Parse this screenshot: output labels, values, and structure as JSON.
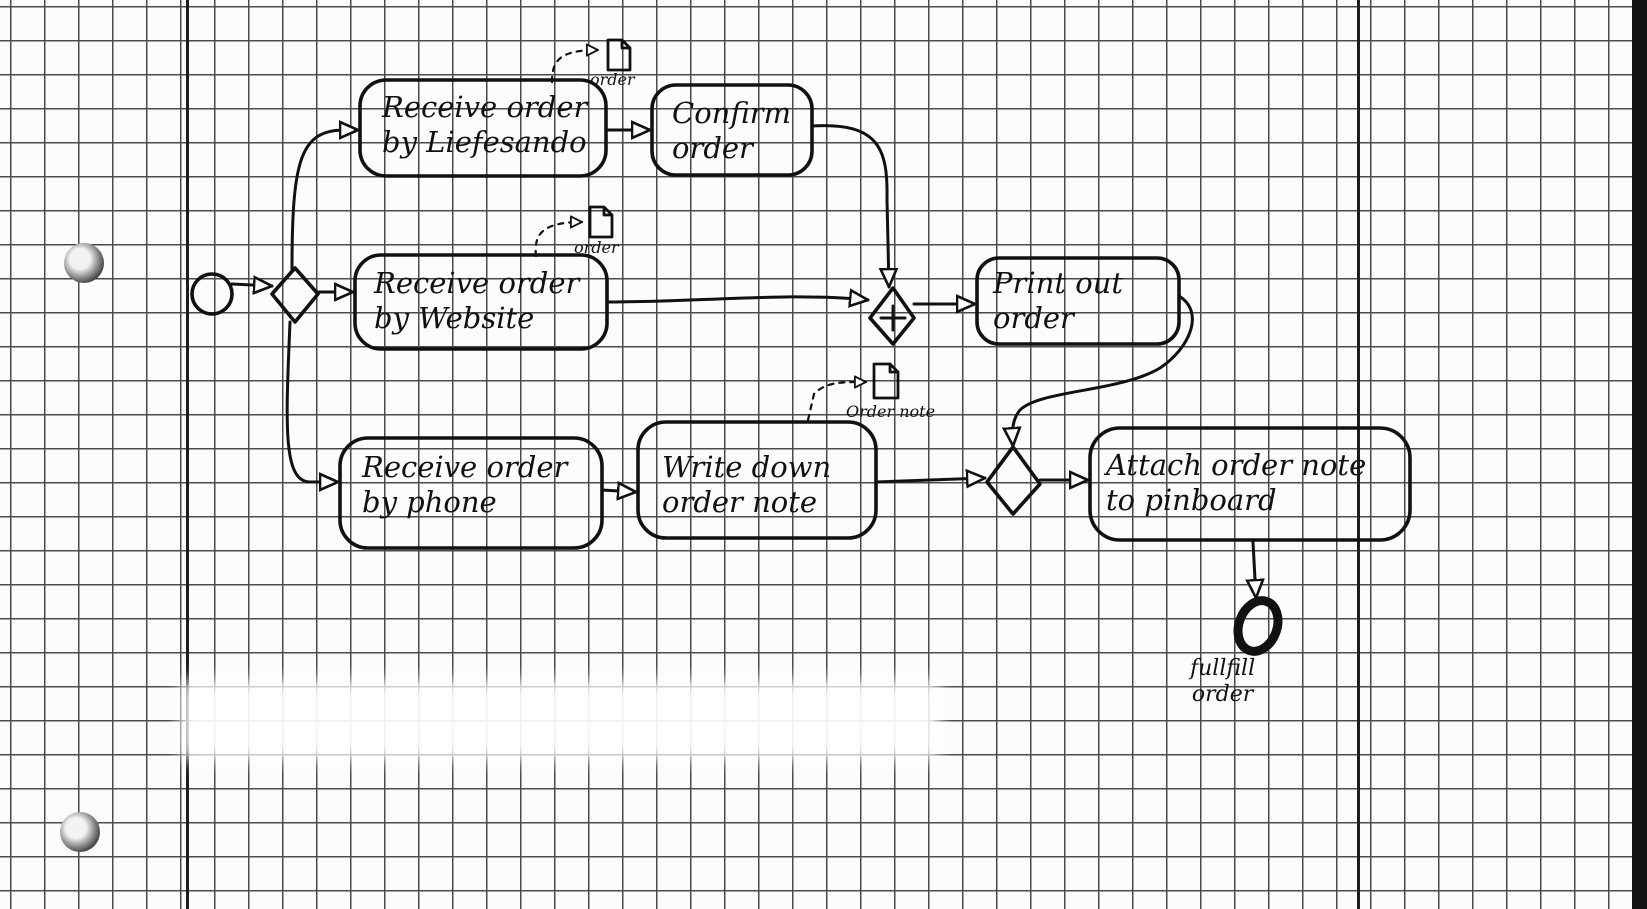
{
  "diagram": {
    "tasks": [
      {
        "id": "receive-liefesando",
        "label": "Receive order\nby Liefesando"
      },
      {
        "id": "confirm",
        "label": "Confirm\norder"
      },
      {
        "id": "receive-website",
        "label": "Receive order\nby Website"
      },
      {
        "id": "print",
        "label": "Print out\norder"
      },
      {
        "id": "receive-phone",
        "label": "Receive order\nby phone"
      },
      {
        "id": "write-note",
        "label": "Write down\norder note"
      },
      {
        "id": "attach",
        "label": "Attach order note\nto pinboard"
      }
    ],
    "data_objects": [
      {
        "id": "doc-liefesando",
        "label": "order"
      },
      {
        "id": "doc-website",
        "label": "order"
      },
      {
        "id": "doc-note",
        "label": "Order note"
      }
    ],
    "gateways": [
      {
        "id": "split-gateway",
        "type": "exclusive"
      },
      {
        "id": "parallel-gateway",
        "type": "parallel",
        "symbol": "+"
      },
      {
        "id": "merge-gateway",
        "type": "exclusive"
      }
    ],
    "events": {
      "start": {
        "id": "start-event"
      },
      "end": {
        "id": "end-event",
        "label": "fullfill\norder"
      }
    }
  }
}
